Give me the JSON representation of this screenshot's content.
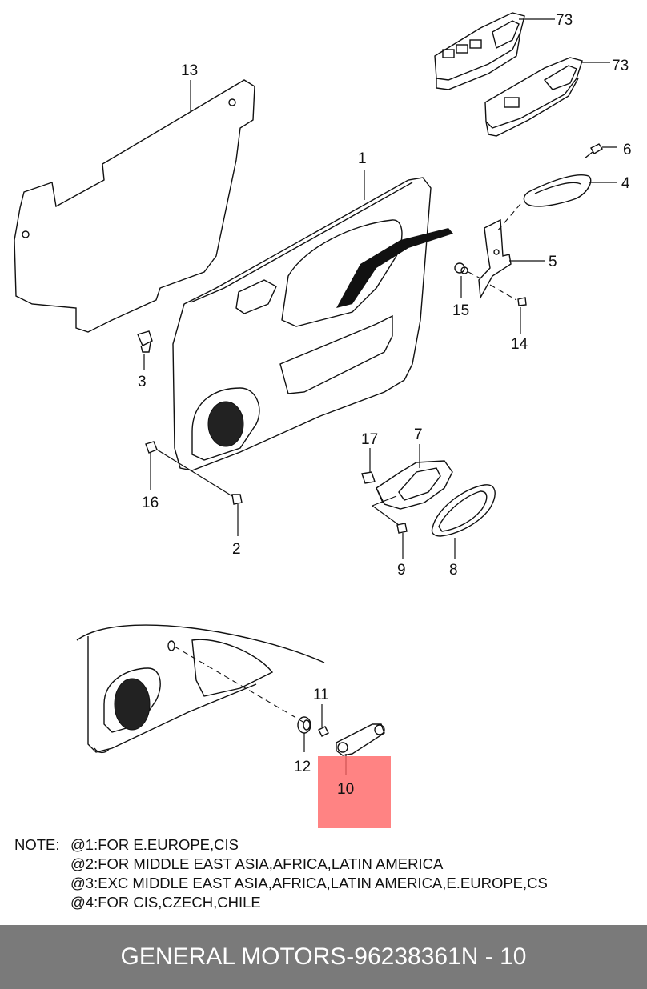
{
  "callouts": {
    "c73a": "73",
    "c73b": "73",
    "c13": "13",
    "c1": "1",
    "c6": "6",
    "c4": "4",
    "c5": "5",
    "c15": "15",
    "c14": "14",
    "c3": "3",
    "c17": "17",
    "c7": "7",
    "c16": "16",
    "c2": "2",
    "c9": "9",
    "c8": "8",
    "c11": "11",
    "c12": "12",
    "c10": "10"
  },
  "notes": {
    "label": "NOTE:",
    "line1": "@1:FOR E.EUROPE,CIS",
    "line2": "@2:FOR MIDDLE EAST ASIA,AFRICA,LATIN AMERICA",
    "line3": "@3:EXC MIDDLE EAST ASIA,AFRICA,LATIN AMERICA,E.EUROPE,CS",
    "line4": "@4:FOR CIS,CZECH,CHILE"
  },
  "footer": {
    "brand": "GENERAL MOTORS",
    "separator": "-",
    "part_number": "96238361",
    "page": "N - 10"
  },
  "colors": {
    "footer_bg": "#7a7a7a",
    "highlight": "#ff6464",
    "ink": "#111111"
  }
}
